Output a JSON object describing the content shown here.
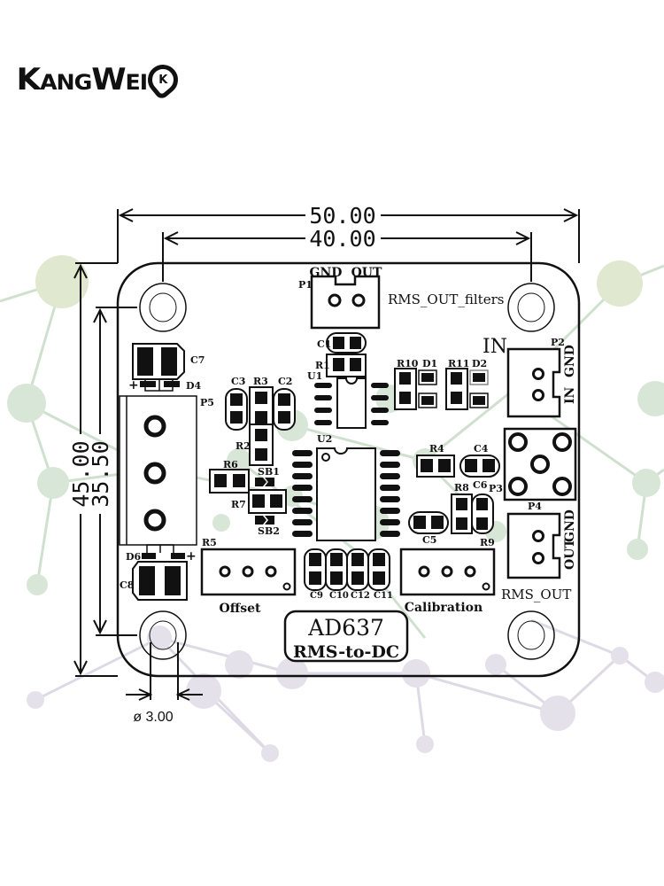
{
  "brand": {
    "name": "KangWei",
    "badge": "K"
  },
  "dimensions": {
    "board_width": "50.00",
    "hole_spacing_x": "40.00",
    "board_height": "45.00",
    "hole_spacing_y": "35.50",
    "hole_diameter": "ø 3.00"
  },
  "board": {
    "title": "AD637",
    "subtitle": "RMS-to-DC",
    "connectors": {
      "p1": {
        "ref": "P1",
        "pin1": "GND",
        "pin2": "OUT",
        "label": "RMS_OUT_filters"
      },
      "p2": {
        "ref": "P2",
        "label": "IN",
        "pin_gnd": "GND",
        "pin_in": "IN"
      },
      "p3": {
        "ref": "P3"
      },
      "p4": {
        "ref": "P4",
        "label": "RMS_OUT",
        "pin_gnd": "GND",
        "pin_out": "OUT"
      },
      "p5": {
        "ref": "P5"
      }
    },
    "pots": {
      "r5": {
        "ref": "R5",
        "label": "Offset"
      },
      "r9": {
        "ref": "R9",
        "label": "Calibration"
      }
    },
    "refs": {
      "c1": "C1",
      "r1": "R1",
      "u1": "U1",
      "u2": "U2",
      "r10": "R10",
      "d1": "D1",
      "r11": "R11",
      "d2": "D2",
      "c7": "C7",
      "d4": "D4",
      "c3": "C3",
      "r3": "R3",
      "c2": "C2",
      "r2": "R2",
      "r6": "R6",
      "sb1": "SB1",
      "r7": "R7",
      "sb2": "SB2",
      "r4": "R4",
      "c4": "C4",
      "r8": "R8",
      "c6": "C6",
      "c5": "C5",
      "d6": "D6",
      "c8": "C8",
      "c9": "C9",
      "c10": "C10",
      "c12": "C12",
      "c11": "C11",
      "plus": "+"
    }
  }
}
